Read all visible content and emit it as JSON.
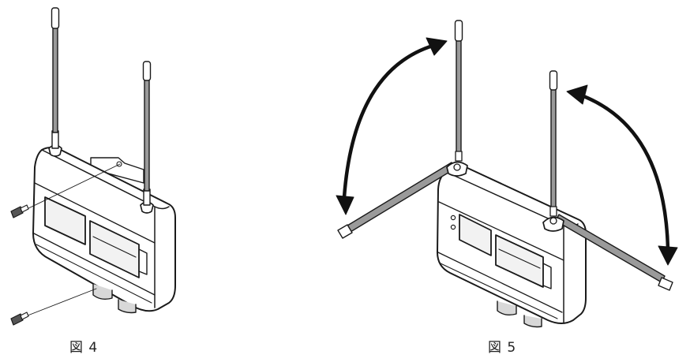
{
  "figures": [
    {
      "id": "fig4",
      "caption": "図 4"
    },
    {
      "id": "fig5",
      "caption": "図 5"
    }
  ],
  "colors": {
    "line": "#1a1a1a",
    "antenna_fill": "#9a9a9a",
    "body_fill": "#ffffff",
    "panel_fill": "#f2f2f2",
    "arrow": "#111111"
  }
}
